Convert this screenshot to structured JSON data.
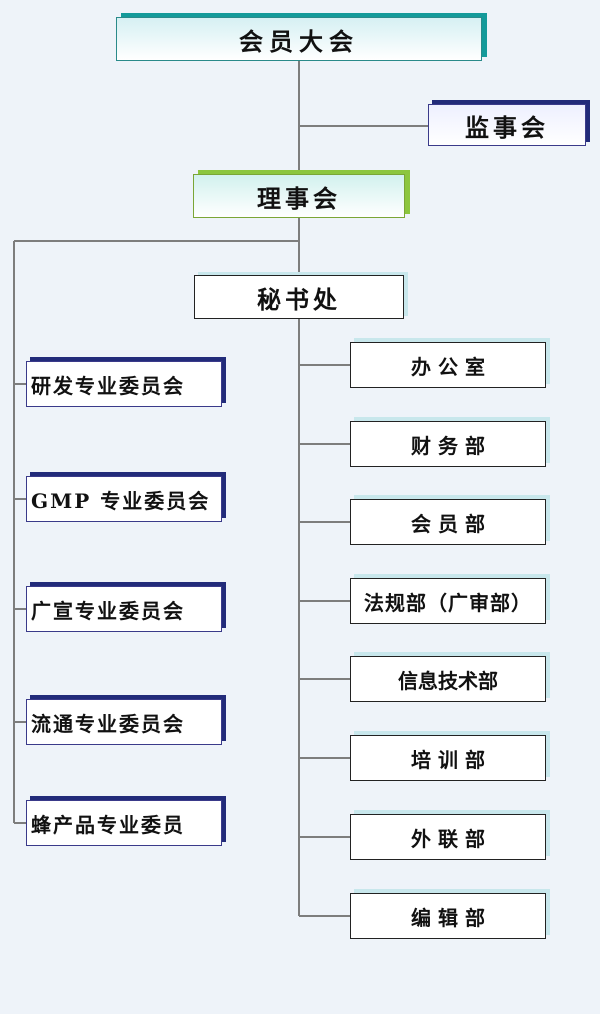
{
  "org": {
    "general_assembly": "会员大会",
    "supervisory_board": "监事会",
    "council": "理事会",
    "secretariat": "秘书处",
    "committees": [
      "研发专业委员会",
      "GMP 专业委员会",
      "广宣专业委员会",
      "流通专业委员会",
      "蜂产品专业委员"
    ],
    "departments": [
      "办 公 室",
      "财 务 部",
      "会 员 部",
      "法规部（广审部）",
      "信息技术部",
      "培 训 部",
      "外 联 部",
      "编 辑 部"
    ]
  },
  "colors": {
    "line": "#7d7d7d",
    "background": "#eef3f9",
    "general_accent": "#149a9a",
    "council_accent": "#8cc63e",
    "committee_accent": "#222b7a",
    "dept_accent": "#c8e7ec"
  }
}
